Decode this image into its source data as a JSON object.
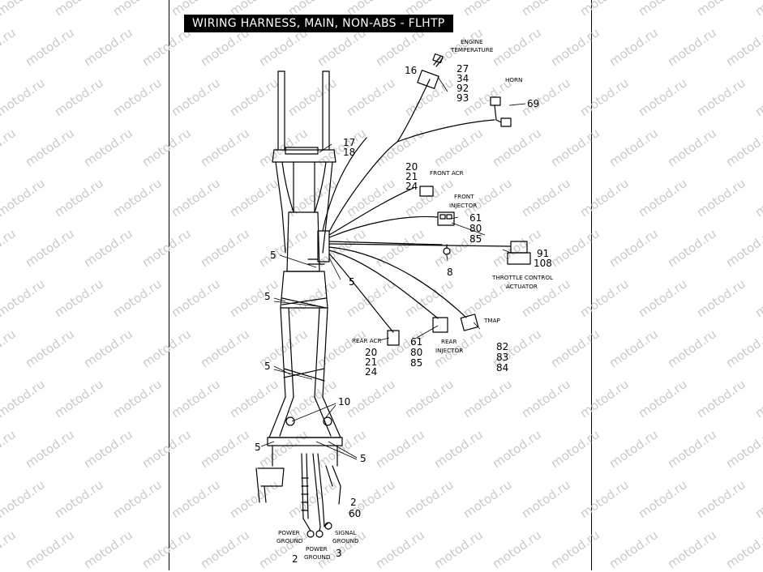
{
  "title": "WIRING HARNESS, MAIN, NON-ABS - FLHTP",
  "watermark": "motod.ru",
  "labels": {
    "engine_temp_1": "ENGINE",
    "engine_temp_2": "TEMPERATURE",
    "horn": "HORN",
    "front_acr": "FRONT ACR",
    "front_injector_1": "FRONT",
    "front_injector_2": "INJECTOR",
    "throttle_1": "THROTTLE CONTROL",
    "throttle_2": "ACTUATOR",
    "tmap": "TMAP",
    "rear_acr": "REAR ACR",
    "rear_injector_1": "REAR",
    "rear_injector_2": "INJECTOR",
    "power_ground_left_1": "POWER",
    "power_ground_left_2": "GROUND",
    "power_ground_mid_1": "POWER",
    "power_ground_mid_2": "GROUND",
    "signal_ground_1": "SIGNAL",
    "signal_ground_2": "GROUND"
  },
  "callouts": {
    "c16": "16",
    "c27": "27",
    "c34": "34",
    "c92": "92",
    "c93": "93",
    "c69": "69",
    "c17": "17",
    "c18": "18",
    "c20a": "20",
    "c21a": "21",
    "c24a": "24",
    "c61a": "61",
    "c80a": "80",
    "c85a": "85",
    "c91": "91",
    "c108": "108",
    "c8": "8",
    "c5a": "5",
    "c5b": "5",
    "c5c": "5",
    "c5d": "5",
    "c5e": "5",
    "c5f": "5",
    "c82": "82",
    "c83": "83",
    "c84": "84",
    "c61b": "61",
    "c80b": "80",
    "c85b": "85",
    "c20b": "20",
    "c21b": "21",
    "c24b": "24",
    "c10": "10",
    "c2a": "2",
    "c60": "60",
    "c2b": "2",
    "c3": "3"
  }
}
